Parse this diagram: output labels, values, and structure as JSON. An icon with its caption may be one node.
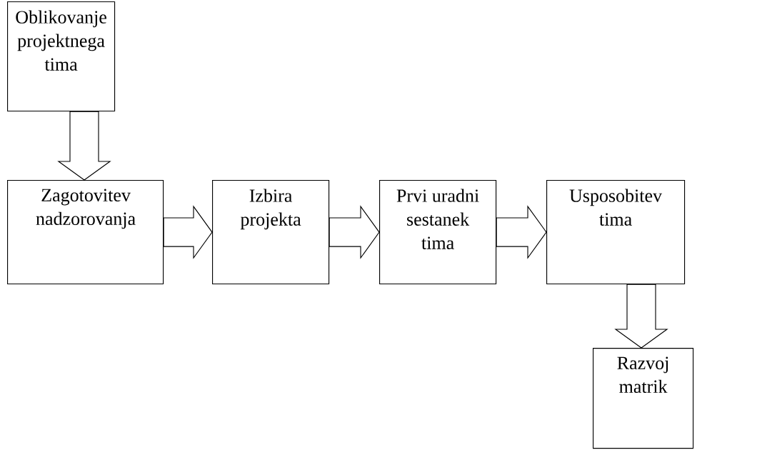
{
  "diagram": {
    "nodes": [
      {
        "text": [
          "Oblikovanje projektnega tima"
        ]
      },
      {
        "text": [
          "Zagotovitev nadzorovanja"
        ]
      },
      {
        "text": [
          "Izbira projekta"
        ]
      },
      {
        "text": [
          "Prvi uradni sestanek tima"
        ]
      },
      {
        "text": [
          "Usposobitev tima"
        ]
      },
      {
        "text": [
          "Razvoj matrik"
        ]
      }
    ],
    "edges": [
      {
        "from": 0,
        "to": 1,
        "arrow": "to"
      },
      {
        "from": 1,
        "to": 2,
        "arrow": "to"
      },
      {
        "from": 2,
        "to": 3,
        "arrow": "to"
      },
      {
        "from": 3,
        "to": 4,
        "arrow": "to"
      },
      {
        "from": 4,
        "to": 5,
        "arrow": "to"
      }
    ]
  }
}
